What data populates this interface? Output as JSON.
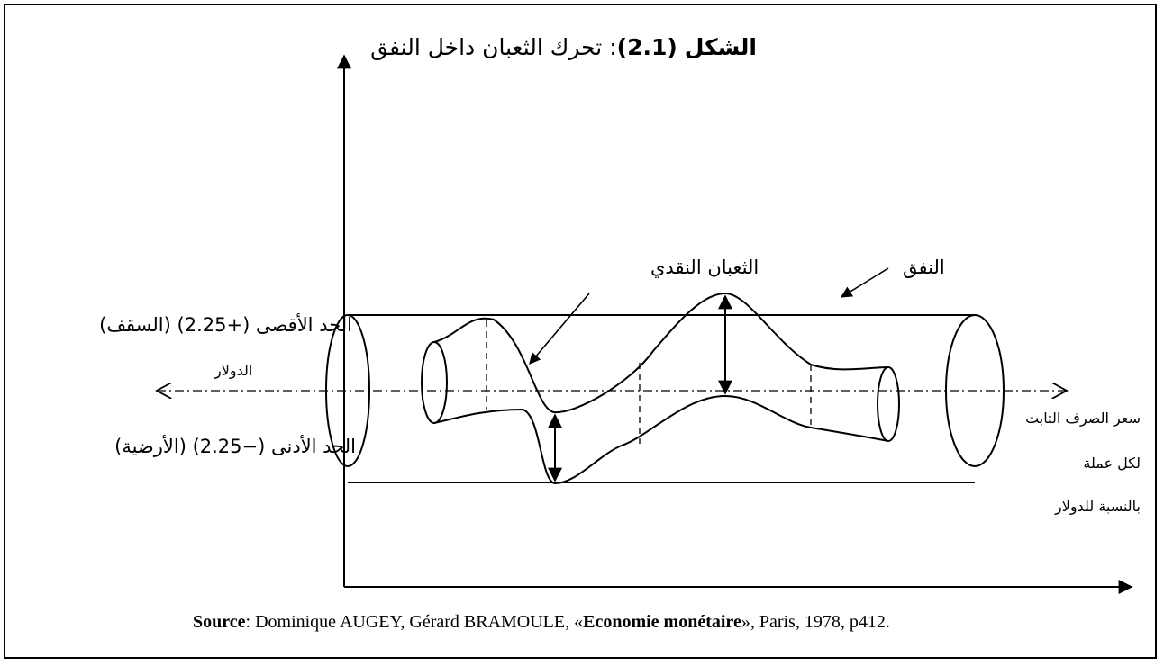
{
  "figure": {
    "title_prefix": "الشكل",
    "title_number": "(2.1)",
    "title_text": ": تحرك الثعبان داخل النفق",
    "label_snake": "الثعبان النقدي",
    "label_tunnel": "النفق",
    "label_upper": "الحد الأقصى (+2.25) (السقف)",
    "label_dollar_left": "الدولار",
    "label_lower": "الحد الأدنى (−2.25) (الأرضية)",
    "label_fixed_rate_1": "سعر الصرف الثابت",
    "label_fixed_rate_2": "لكل عملة",
    "label_fixed_rate_3": "بالنسبة للدولار"
  },
  "source": {
    "label": "Source",
    "authors": ": Dominique AUGEY, Gérard BRAMOULE, «",
    "book": "Economie monétaire",
    "rest": "», Paris, 1978, p412."
  }
}
